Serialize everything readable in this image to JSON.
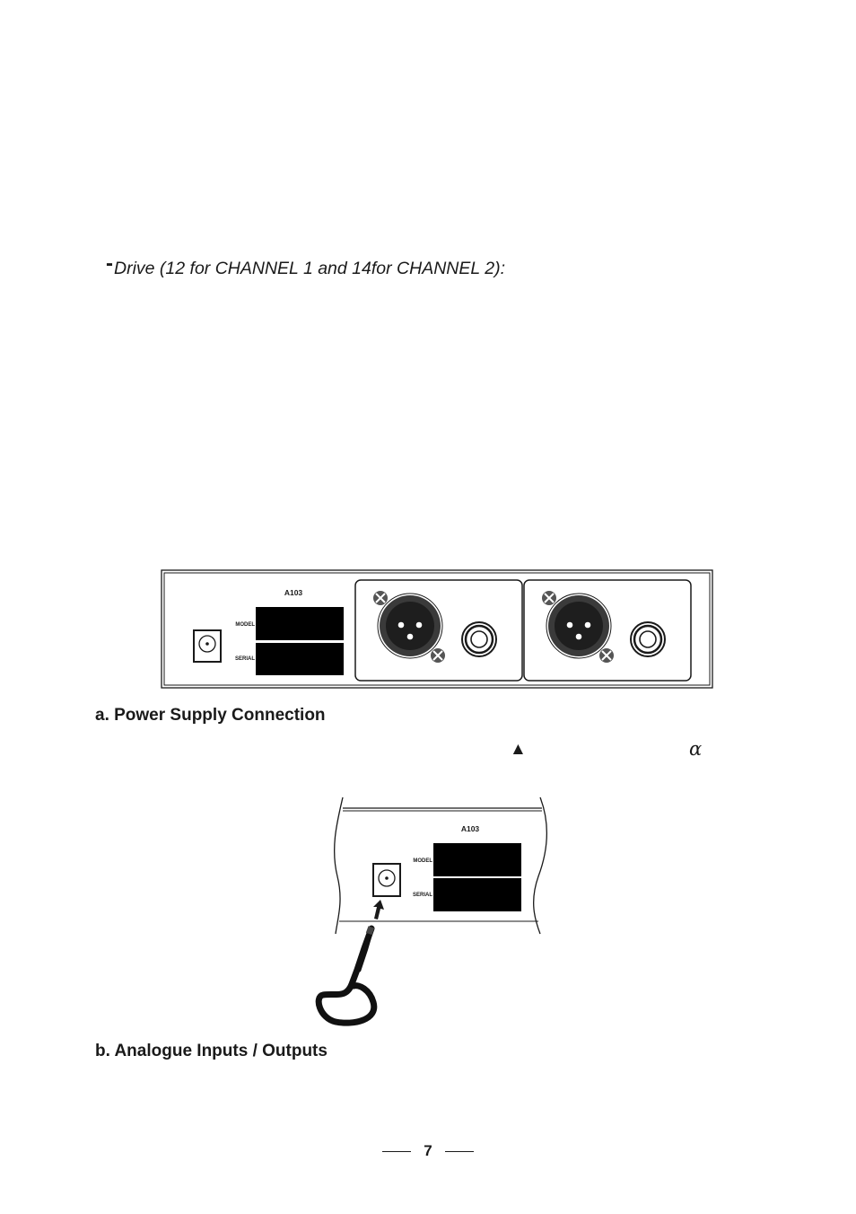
{
  "drive_line": {
    "dash": "-",
    "text": "Drive (12 for CHANNEL 1 and 14for CHANNEL 2):"
  },
  "rear_panel": {
    "model_code": "A103",
    "model_label": "MODEL",
    "serial_label": "SERIAL"
  },
  "power_detail": {
    "model_code": "A103",
    "model_label": "MODEL",
    "serial_label": "SERIAL"
  },
  "section_a": {
    "heading": "a. Power Supply Connection"
  },
  "symbols": {
    "triangle": "▲",
    "alpha": "α"
  },
  "section_b": {
    "heading": "b. Analogue Inputs / Outputs"
  },
  "page": {
    "number": "7"
  },
  "icons": [
    "dc-power-jack-icon",
    "xlr-connector-icon",
    "quarter-inch-jack-icon",
    "screw-icon",
    "arrow-up-icon",
    "power-cable-icon"
  ]
}
